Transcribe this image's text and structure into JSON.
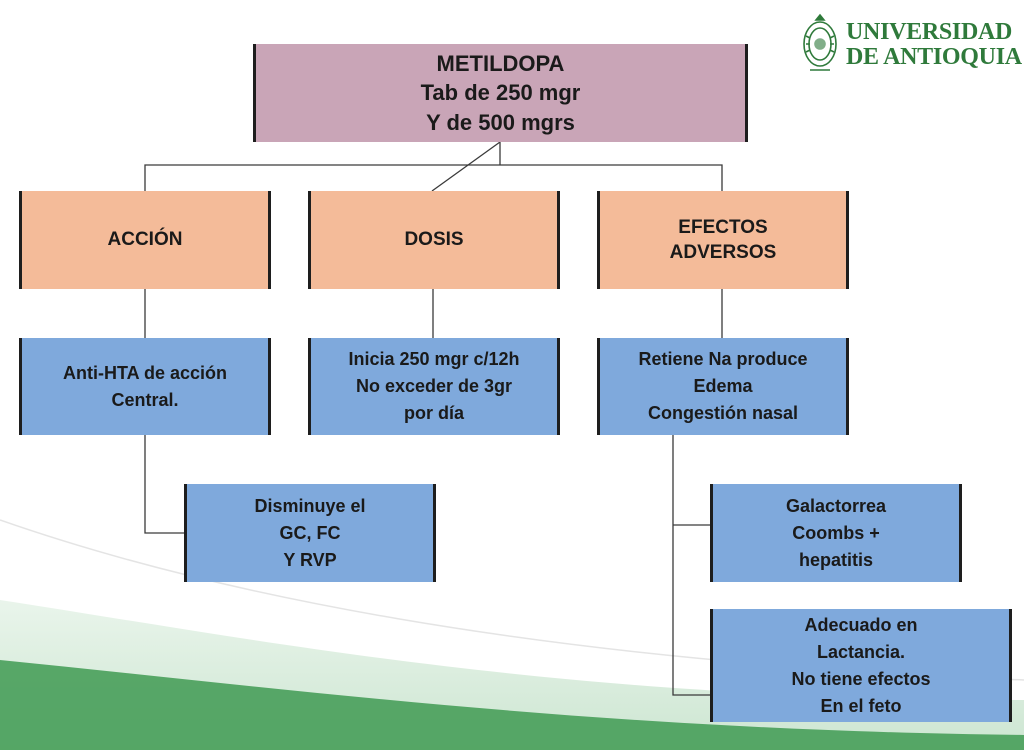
{
  "root": {
    "lines": [
      "METILDOPA",
      "Tab de 250 mgr",
      "Y de 500 mgrs"
    ]
  },
  "categories": {
    "accion": {
      "lines": [
        "ACCIÓN"
      ]
    },
    "dosis": {
      "lines": [
        "DOSIS"
      ]
    },
    "efectos": {
      "lines": [
        "EFECTOS",
        "ADVERSOS"
      ]
    }
  },
  "details": {
    "accion_central": {
      "lines": [
        "Anti-HTA de acción",
        "Central."
      ]
    },
    "dosis_inicio": {
      "lines": [
        "Inicia 250 mgr c/12h",
        "No exceder de 3gr",
        "por día"
      ]
    },
    "efectos_retiene": {
      "lines": [
        "Retiene Na produce",
        "Edema",
        "Congestión nasal"
      ]
    },
    "disminuye": {
      "lines": [
        "Disminuye el",
        "GC, FC",
        "Y RVP"
      ]
    },
    "galactorrea": {
      "lines": [
        "Galactorrea",
        "Coombs +",
        "hepatitis"
      ]
    },
    "lactancia": {
      "lines": [
        "Adecuado en",
        "Lactancia.",
        "No tiene efectos",
        "En el feto"
      ]
    }
  },
  "logo": {
    "lines": [
      "UNIVERSIDAD",
      "DE ANTIOQUIA"
    ],
    "color": "#2f7a3b"
  },
  "colors": {
    "root_fill": "#c9a5b7",
    "category_fill": "#f4bb99",
    "detail_fill": "#7fa9dc",
    "connector": "#3a3a3a",
    "wave_green": "#3f9a52"
  }
}
